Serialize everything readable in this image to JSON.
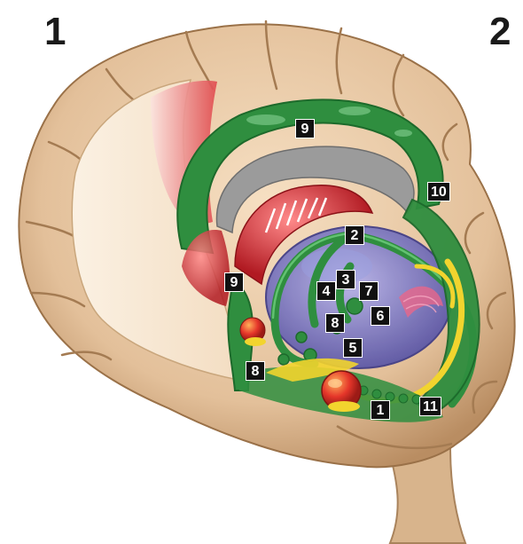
{
  "panel_numbers": {
    "left": "1",
    "right": "2"
  },
  "callouts": {
    "c1": "1",
    "c2": "2",
    "c3": "3",
    "c4": "4",
    "c5": "5",
    "c6": "6",
    "c7": "7",
    "c8a": "8",
    "c8b": "8",
    "c9a": "9",
    "c9b": "9",
    "c10": "10",
    "c11": "11"
  },
  "colors": {
    "cortex": "#e8c9a4",
    "cortex_shade": "#c89f74",
    "medial_surface": "#f8ead6",
    "limbic_green": "#2e8b3e",
    "corpus_callosum": "#9a9a9a",
    "thalamus": "#7c78c4",
    "red_structure": "#d9262e",
    "yellow_tract": "#f0d530",
    "amygdala": "#e0302a"
  }
}
